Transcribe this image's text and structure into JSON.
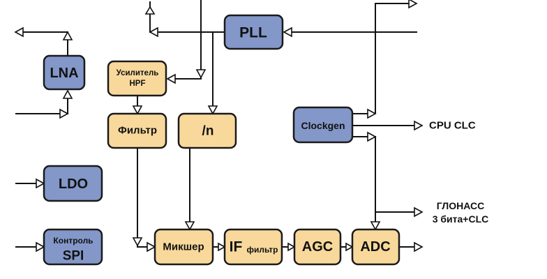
{
  "colors": {
    "digital_block": "#8397c8",
    "analog_block": "#f8d99b",
    "line": "#111111"
  },
  "blocks": {
    "pll": "PLL",
    "lna": "LNA",
    "hpf_amp_1": "Усилитель",
    "hpf_amp_2": "HPF",
    "filter": "Фильтр",
    "divider": "/n",
    "clockgen": "Clockgen",
    "ldo": "LDO",
    "spi_1": "Контроль",
    "spi_2": "SPI",
    "mixer": "Микшер",
    "if_filter_main": "IF",
    "if_filter_sub": "фильтр",
    "agc": "AGC",
    "adc": "ADC"
  },
  "labels": {
    "cpu_clc": "CPU CLC",
    "glonass_1": "ГЛОНАСС",
    "glonass_2": "3 бита+CLC"
  }
}
